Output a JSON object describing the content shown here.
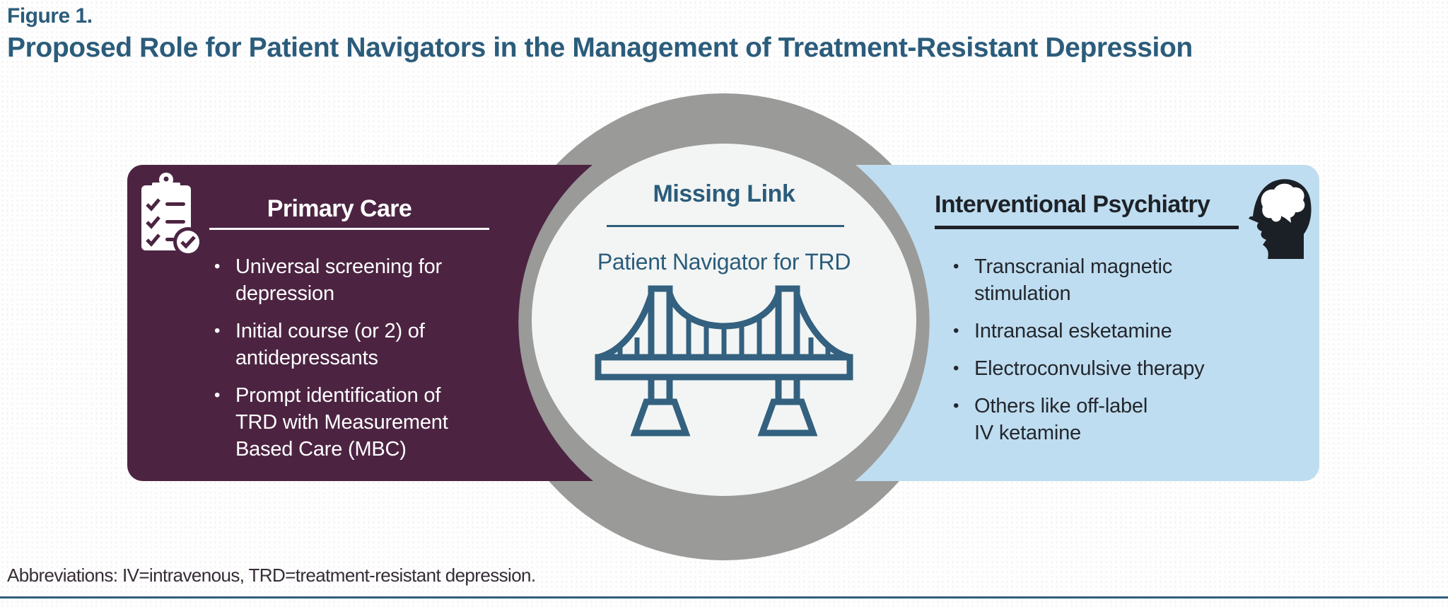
{
  "figure_label": "Figure 1.",
  "title": "Proposed Role for Patient Navigators in the Management of Treatment-Resistant Depression",
  "bullet_glyph": "•",
  "left_panel": {
    "heading": "Primary Care",
    "icon": "clipboard-checklist",
    "panel_color": "#4C2442",
    "text_color": "#FFFFFF",
    "bullets": [
      "Universal screening for\ndepression",
      "Initial course (or 2) of\nantidepressants",
      "Prompt identification of\nTRD with Measurement\nBased Care (MBC)"
    ]
  },
  "center": {
    "heading": "Missing Link",
    "subheading": "Patient Navigator for TRD",
    "icon": "suspension-bridge",
    "ring_color": "#9A9A98",
    "inner_color": "#F3F5F4",
    "text_color": "#2B5C7B"
  },
  "right_panel": {
    "heading": "Interventional Psychiatry",
    "icon": "head-with-brain",
    "panel_color": "#BFDDF0",
    "text_color": "#23272E",
    "bullets": [
      "Transcranial magnetic\nstimulation",
      "Intranasal esketamine",
      "Electroconvulsive therapy",
      "Others like off-label\nIV ketamine"
    ]
  },
  "footer": {
    "abbreviations": "Abbreviations: IV=intravenous, TRD=treatment-resistant depression."
  },
  "colors": {
    "teal_text": "#2B5C7B",
    "bridge_stroke": "#33617F",
    "maroon": "#4C2442",
    "light_blue": "#BFDDF0",
    "ring_gray": "#9A9A98",
    "inner_gray": "#F3F5F4",
    "rule": "#2F5E7D"
  }
}
